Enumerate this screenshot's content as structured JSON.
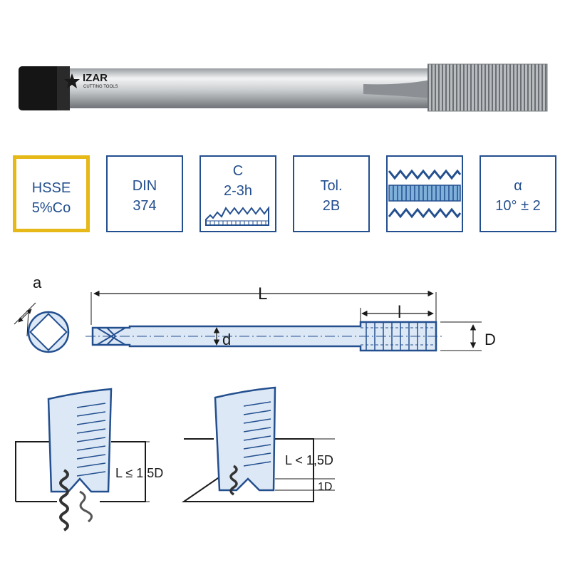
{
  "brand": {
    "name": "IZAR",
    "tagline": "CUTTING TOOLS"
  },
  "specs": [
    {
      "lines": [
        "HSSE",
        "5%Co"
      ]
    },
    {
      "lines": [
        "DIN",
        "374"
      ]
    },
    {
      "lines": [
        "C",
        "2-3h"
      ],
      "icon": "chamfer-thread-icon"
    },
    {
      "lines": [
        "Tol.",
        "2B"
      ]
    },
    {
      "lines": [],
      "icon": "thread-profile-icon"
    },
    {
      "lines": [
        "α",
        "10° ± 2"
      ]
    }
  ],
  "dimensions": {
    "a": "a",
    "L": "L",
    "l": "l",
    "d": "d",
    "D": "D"
  },
  "usage": {
    "left_label": "L ≤ 1,5D",
    "right_label": "L < 1,5D",
    "right_sub": "1D"
  },
  "colors": {
    "outline": "#234f8f",
    "accent_gold": "#e6b919",
    "fill_blue": "#dce8f5"
  }
}
